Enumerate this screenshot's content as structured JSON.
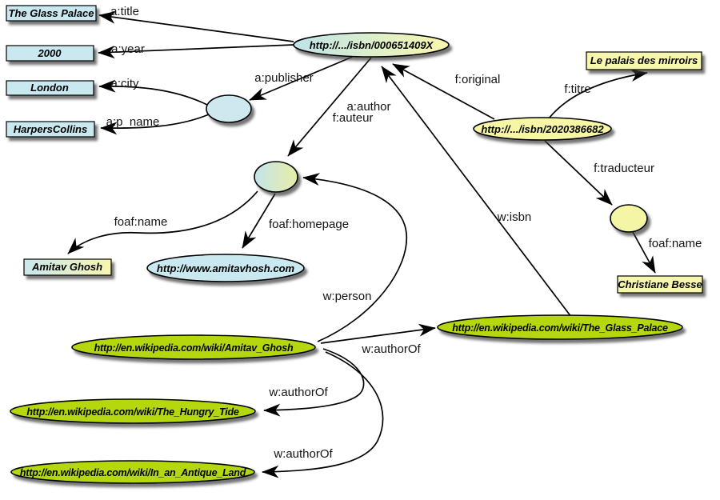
{
  "diagram_type": "rdf-graph",
  "colors": {
    "literal_blue": "#c9e8ef",
    "pale_yellow": "#f7f6ad",
    "wiki_green": "#b4d80e",
    "edge_black": "#000000",
    "shadow_gray": "#3a3a3a"
  },
  "nodes": {
    "book_en": {
      "label": "http://.../isbn/000651409X"
    },
    "book_fr": {
      "label": "http://.../isbn/2020386682"
    },
    "homepage": {
      "label": "http://www.amitavhosh.com"
    },
    "wiki_ghosh": {
      "label": "http://en.wikipedia.com/wiki/Amitav_Ghosh"
    },
    "wiki_glass": {
      "label": "http://en.wikipedia.com/wiki/The_Glass_Palace"
    },
    "wiki_hungry": {
      "label": "http://en.wikipedia.com/wiki/The_Hungry_Tide"
    },
    "wiki_antique": {
      "label": "http://en.wikipedia.com/wiki/In_an_Antique_Land"
    },
    "blank_publisher": {
      "label": ""
    },
    "blank_author": {
      "label": ""
    },
    "blank_translator": {
      "label": ""
    }
  },
  "literals": {
    "glass_palace": "The Glass Palace",
    "year": "2000",
    "city": "London",
    "publisher_name": "HarpersCollins",
    "palais": "Le palais des mirroirs",
    "christiane": "Christiane Besse",
    "amitav": "Amitav Ghosh"
  },
  "edge_labels": {
    "a_title": "a:title",
    "a_year": "a:year",
    "a_city": "a:city",
    "a_p_name": "a:p_name",
    "a_publisher": "a:publisher",
    "a_author": "a:author",
    "f_auteur": "f:auteur",
    "f_original": "f:original",
    "f_titre": "f:titre",
    "f_traducteur": "f:traducteur",
    "foaf_name_left": "foaf:name",
    "foaf_name_right": "foaf:name",
    "foaf_homepage": "foaf:homepage",
    "w_isbn": "w:isbn",
    "w_person": "w:person",
    "w_authorOf_glass": "w:authorOf",
    "w_authorOf_hungry": "w:authorOf",
    "w_authorOf_antique": "w:authorOf"
  }
}
